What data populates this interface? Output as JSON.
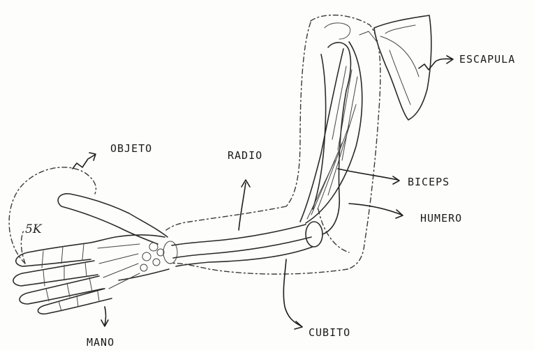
{
  "labels": {
    "escapula": "ESCAPULA",
    "objeto": "OBJETO",
    "radio": "RADIO",
    "biceps": "BICEPS",
    "humero": "HUMERO",
    "cubito": "CUBITO",
    "mano": "MANO",
    "weight": "5K"
  },
  "colors": {
    "ink": "#2a2a2a",
    "paper": "#fdfdfb"
  }
}
